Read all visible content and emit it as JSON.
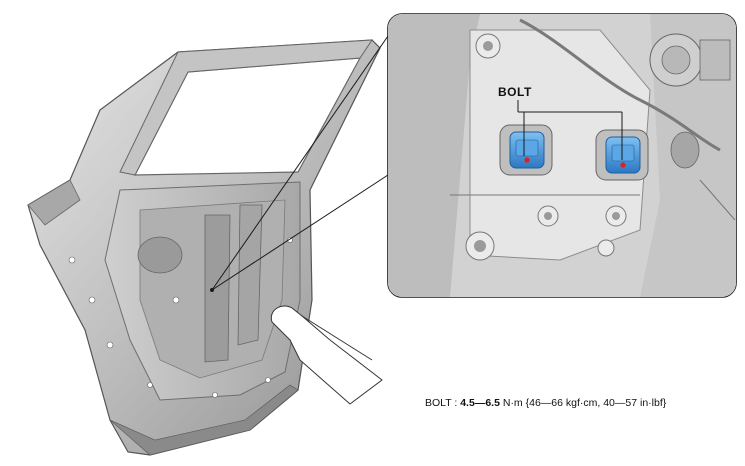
{
  "diagram": {
    "callout_label": "BOLT",
    "spec": {
      "prefix": "BOLT : ",
      "torque_min": "4.5",
      "dash1": "—",
      "torque_max": "6.5",
      "unit_main": " N·m {46—66 kgf·cm, 40—57 in·lbf}"
    }
  },
  "colors": {
    "door_light": "#d9d9d9",
    "door_mid": "#b5b5b5",
    "door_dark": "#7a7a7a",
    "bolt_blue": "#3c8fd6",
    "bolt_red": "#e02020",
    "frame": "#1a1a1a"
  }
}
